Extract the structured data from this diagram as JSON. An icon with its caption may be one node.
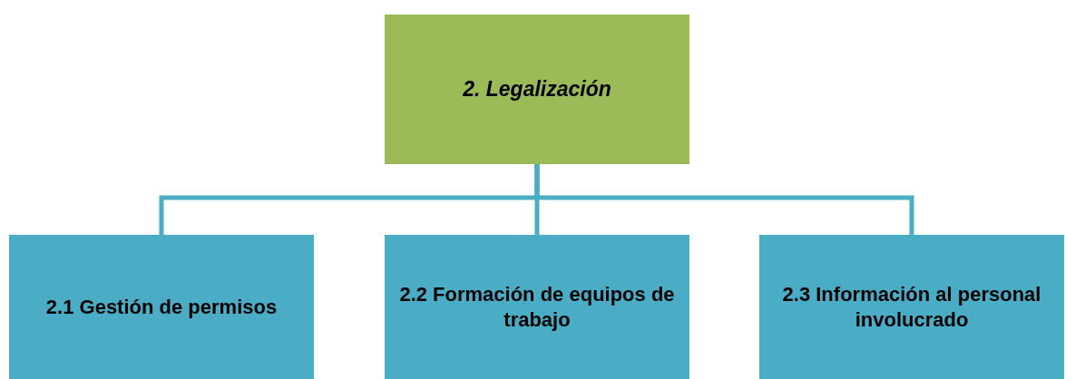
{
  "diagram": {
    "nodes": [
      {
        "text": [
          "2. Legalización"
        ]
      },
      {
        "text": [
          "2.1 Gestión de permisos"
        ]
      },
      {
        "text": [
          "2.2 Formación de equipos de trabajo"
        ]
      },
      {
        "text": [
          "2.3 Información al personal involucrado"
        ]
      }
    ],
    "edges": [
      {
        "from": 0,
        "to": 1,
        "arrow": "none"
      },
      {
        "from": 0,
        "to": 2,
        "arrow": "none"
      },
      {
        "from": 0,
        "to": 3,
        "arrow": "none"
      }
    ]
  }
}
